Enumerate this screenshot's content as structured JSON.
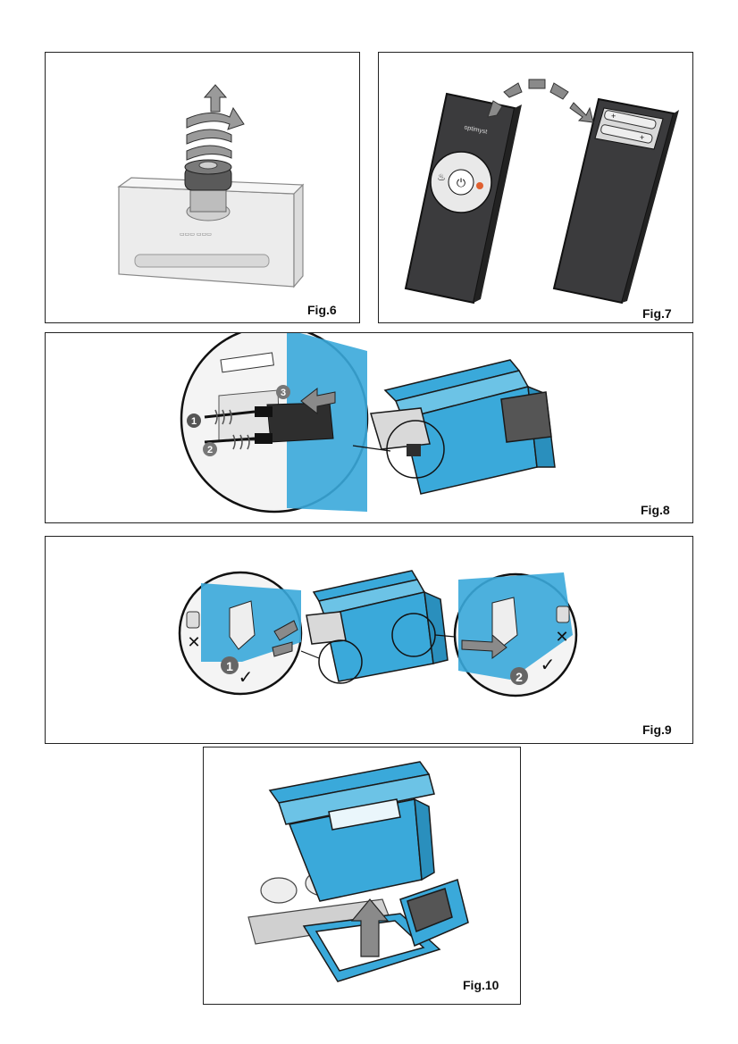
{
  "figures": [
    {
      "label": "Fig.6"
    },
    {
      "label": "Fig.7"
    },
    {
      "label": "Fig.8",
      "steps": [
        "1",
        "2",
        "3"
      ]
    },
    {
      "label": "Fig.9",
      "steps": [
        "1",
        "2"
      ]
    },
    {
      "label": "Fig.10"
    }
  ],
  "remote": {
    "brand": "optimyst"
  },
  "colors": {
    "part_blue": "#3aa9da",
    "part_outline": "#1a1a1a",
    "remote_body": "#3b3b3d",
    "arrow_gray": "#8a8a8a"
  },
  "icons": [
    "rotation-arrow-icon",
    "flame-icon",
    "power-icon",
    "light-icon",
    "battery-icon",
    "cross-icon",
    "check-icon",
    "up-arrow-icon"
  ]
}
